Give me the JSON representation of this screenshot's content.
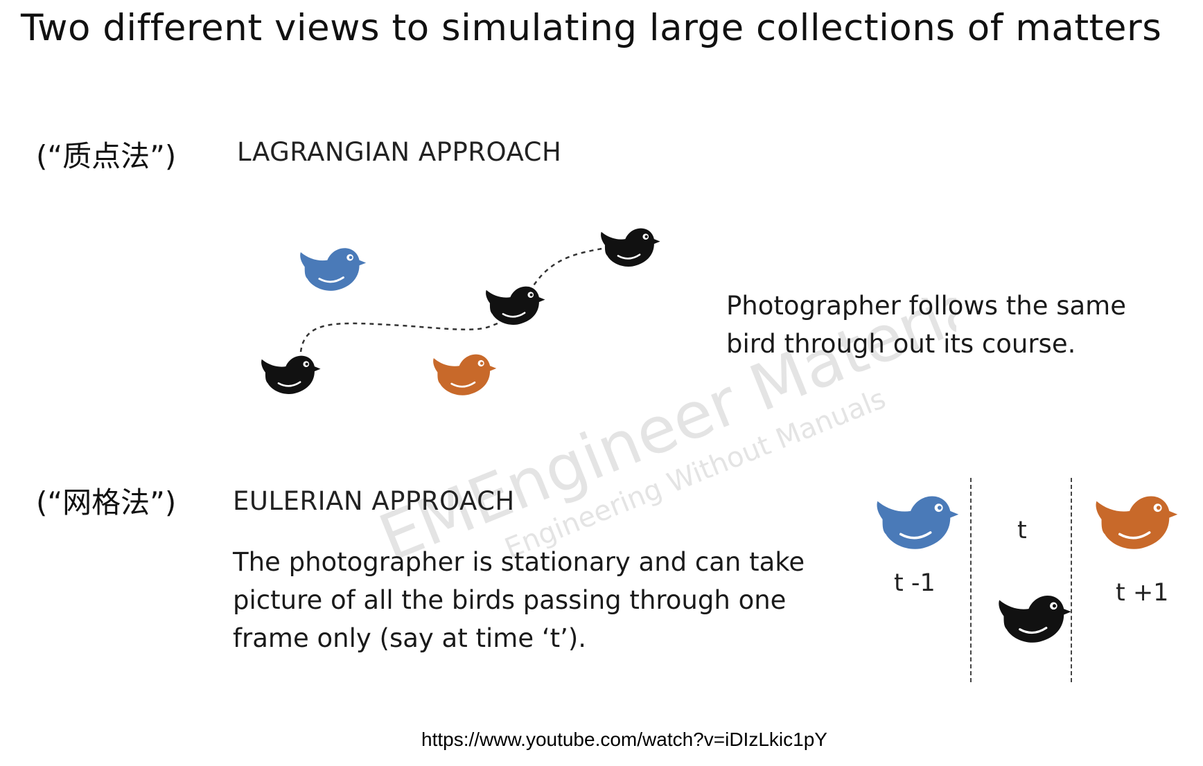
{
  "title": "Two different views to simulating large collections of matters",
  "lagrangian": {
    "chinese_label": "(“质点法”)",
    "heading": "LAGRANGIAN APPROACH",
    "description_lines": [
      "Photographer follows the same",
      "bird through out its course."
    ]
  },
  "eulerian": {
    "chinese_label": "(“网格法”)",
    "heading": "EULERIAN APPROACH",
    "description_lines": [
      "The photographer is stationary and can take",
      "picture of all the birds passing through one",
      "frame only (say at time  ‘t’)."
    ],
    "time_labels": {
      "t_minus": "t -1",
      "t": "t",
      "t_plus": "t +1"
    }
  },
  "watermark": {
    "line1": "EMEngineer Materials",
    "line2": "Engineering Without Manuals"
  },
  "source_url": "https://www.youtube.com/watch?v=iDIzLkic1pY",
  "colors": {
    "blue_bird": "#4a7ab8",
    "orange_bird": "#c8692a",
    "black_bird": "#111111"
  },
  "icons": [
    "bird-icon"
  ]
}
